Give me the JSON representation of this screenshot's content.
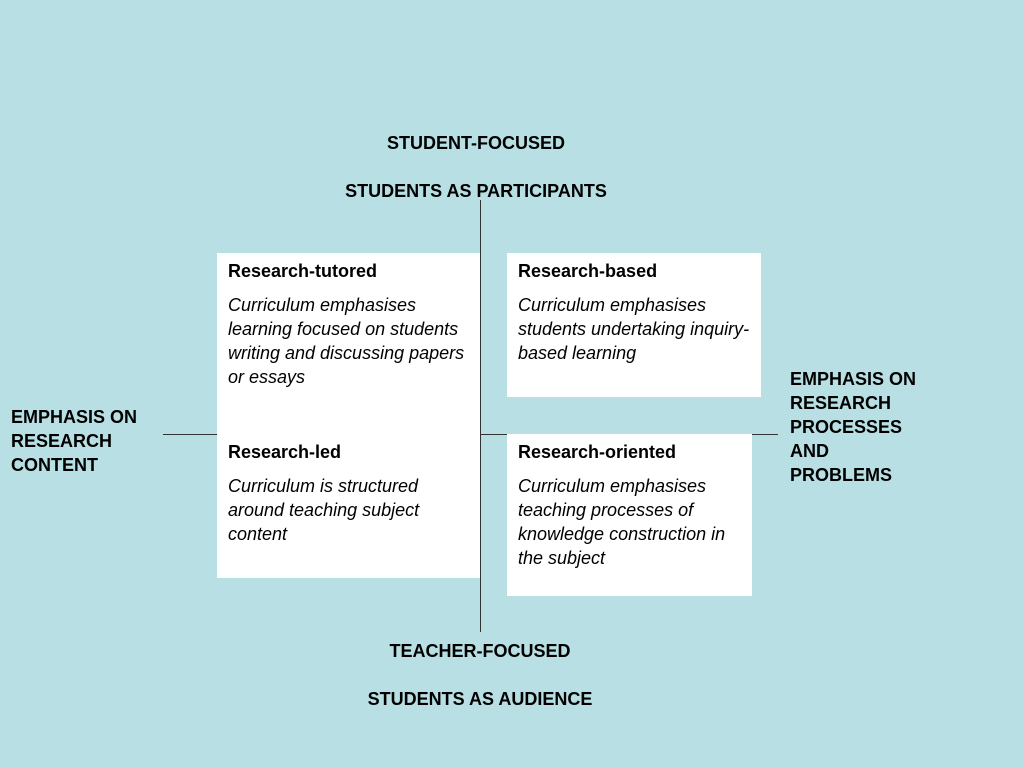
{
  "top": {
    "line1": "STUDENT-FOCUSED",
    "line2": "STUDENTS AS PARTICIPANTS"
  },
  "bottom": {
    "line1": "TEACHER-FOCUSED",
    "line2": "STUDENTS AS AUDIENCE"
  },
  "left": {
    "lines": [
      "EMPHASIS ON",
      "RESEARCH",
      "CONTENT"
    ]
  },
  "right": {
    "lines": [
      "EMPHASIS ON",
      "RESEARCH",
      "PROCESSES",
      "AND",
      "PROBLEMS"
    ]
  },
  "quadrants": {
    "top_left": {
      "title": "Research-tutored",
      "description": "Curriculum emphasises learning focused on students writing and discussing papers or essays"
    },
    "top_right": {
      "title": "Research-based",
      "description": "Curriculum emphasises students undertaking inquiry-based learning"
    },
    "bottom_left": {
      "title": "Research-led",
      "description": "Curriculum is structured around teaching subject content"
    },
    "bottom_right": {
      "title": "Research-oriented",
      "description": "Curriculum emphasises teaching processes of knowledge construction in the subject"
    }
  }
}
